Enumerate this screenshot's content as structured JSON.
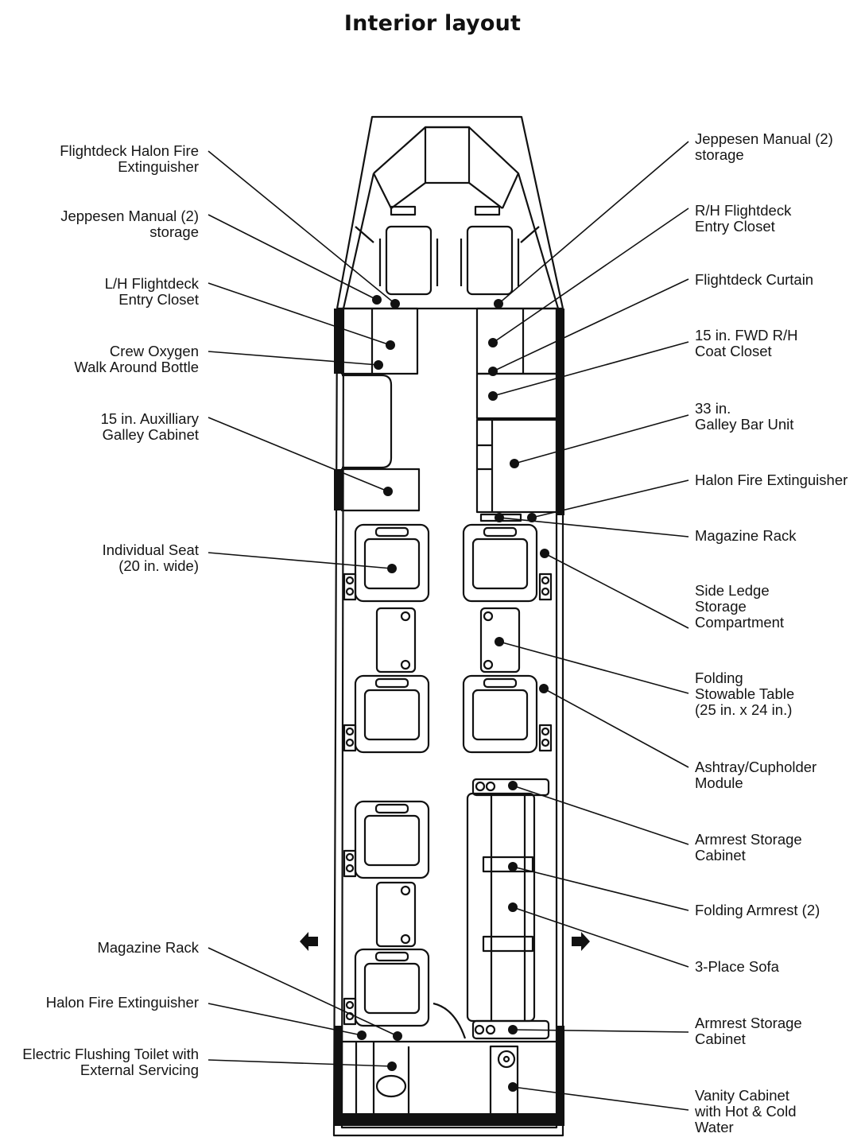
{
  "title": "Interior layout",
  "colors": {
    "ink": "#111111",
    "background": "#ffffff"
  },
  "callouts_left": [
    {
      "id": "flightdeck-halon-fire-extinguisher",
      "text": "Flightdeck Halon Fire\nExtinguisher"
    },
    {
      "id": "jeppesen-manual-storage-left",
      "text": "Jeppesen Manual (2)\nstorage"
    },
    {
      "id": "lh-flightdeck-entry-closet",
      "text": "L/H Flightdeck\nEntry Closet"
    },
    {
      "id": "crew-oxygen-walk-around-bottle",
      "text": "Crew Oxygen\nWalk Around Bottle"
    },
    {
      "id": "auxiliary-galley-cabinet",
      "text": "15 in. Auxilliary\nGalley Cabinet"
    },
    {
      "id": "individual-seat",
      "text": "Individual Seat\n(20 in. wide)"
    },
    {
      "id": "magazine-rack-aft",
      "text": "Magazine Rack"
    },
    {
      "id": "halon-fire-extinguisher-aft",
      "text": "Halon Fire Extinguisher"
    },
    {
      "id": "electric-flushing-toilet",
      "text": "Electric Flushing Toilet with\nExternal Servicing"
    }
  ],
  "callouts_right": [
    {
      "id": "jeppesen-manual-storage-right",
      "text": "Jeppesen Manual (2)\nstorage"
    },
    {
      "id": "rh-flightdeck-entry-closet",
      "text": "R/H Flightdeck\nEntry Closet"
    },
    {
      "id": "flightdeck-curtain",
      "text": "Flightdeck Curtain"
    },
    {
      "id": "fwd-rh-coat-closet",
      "text": "15 in. FWD R/H\nCoat Closet"
    },
    {
      "id": "galley-bar-unit",
      "text": "33 in.\nGalley Bar Unit"
    },
    {
      "id": "halon-fire-extinguisher-fwd",
      "text": "Halon Fire Extinguisher"
    },
    {
      "id": "magazine-rack-fwd",
      "text": "Magazine Rack"
    },
    {
      "id": "side-ledge-storage",
      "text": "Side Ledge\nStorage\nCompartment"
    },
    {
      "id": "folding-stowable-table",
      "text": "Folding\nStowable Table\n(25 in. x 24 in.)"
    },
    {
      "id": "ashtray-cupholder-module",
      "text": "Ashtray/Cupholder\nModule"
    },
    {
      "id": "armrest-storage-cabinet-fwd",
      "text": "Armrest Storage\nCabinet"
    },
    {
      "id": "folding-armrest",
      "text": "Folding Armrest (2)"
    },
    {
      "id": "three-place-sofa",
      "text": "3-Place Sofa"
    },
    {
      "id": "armrest-storage-cabinet-aft",
      "text": "Armrest Storage\nCabinet"
    },
    {
      "id": "vanity-cabinet",
      "text": "Vanity Cabinet\nwith Hot & Cold\nWater"
    }
  ],
  "exit_arrows": [
    {
      "id": "exit-left",
      "direction": "left"
    },
    {
      "id": "exit-right",
      "direction": "right"
    }
  ]
}
